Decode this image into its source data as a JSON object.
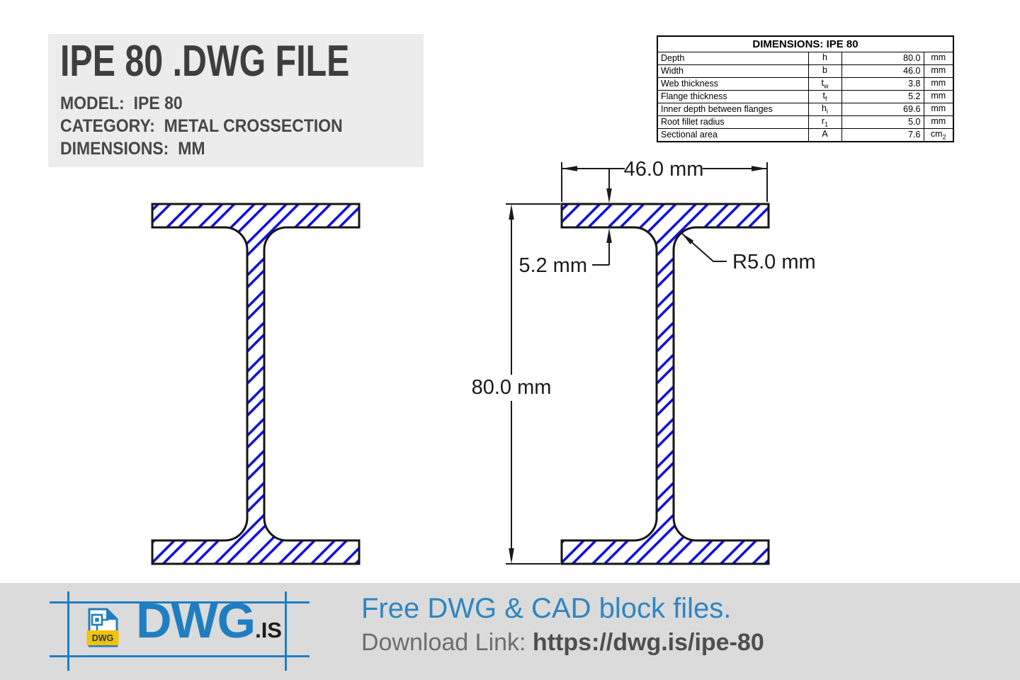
{
  "title_block": {
    "title": "IPE 80 .DWG FILE",
    "fields": [
      {
        "label": "MODEL:",
        "value": "IPE 80"
      },
      {
        "label": "CATEGORY:",
        "value": "METAL CROSSECTION"
      },
      {
        "label": "DIMENSIONS:",
        "value": "MM"
      }
    ]
  },
  "dimensions_table": {
    "header": "DIMENSIONS: IPE 80",
    "rows": [
      {
        "name": "Depth",
        "sym": "h",
        "sub": "",
        "value": "80.0",
        "unit": "mm",
        "unit_sub": ""
      },
      {
        "name": "Width",
        "sym": "b",
        "sub": "",
        "value": "46.0",
        "unit": "mm",
        "unit_sub": ""
      },
      {
        "name": "Web thickness",
        "sym": "t",
        "sub": "w",
        "value": "3.8",
        "unit": "mm",
        "unit_sub": ""
      },
      {
        "name": "Flange thickness",
        "sym": "t",
        "sub": "f",
        "value": "5.2",
        "unit": "mm",
        "unit_sub": ""
      },
      {
        "name": "Inner depth between flanges",
        "sym": "h",
        "sub": "i",
        "value": "69.6",
        "unit": "mm",
        "unit_sub": ""
      },
      {
        "name": "Root fillet radius",
        "sym": "r",
        "sub": "1",
        "value": "5.0",
        "unit": "mm",
        "unit_sub": ""
      },
      {
        "name": "Sectional area",
        "sym": "A",
        "sub": "",
        "value": "7.6",
        "unit": "cm",
        "unit_sub": "2"
      }
    ]
  },
  "drawing": {
    "width_label": "46.0 mm",
    "height_label": "80.0 mm",
    "flange_label": "5.2 mm",
    "radius_label": "R5.0 mm",
    "hatch_color": "#0d0ddd",
    "outline_color": "#151515"
  },
  "footer": {
    "logo_text": "DWG",
    "logo_suffix": ".IS",
    "logo_badge": "DWG",
    "tagline": "Free DWG & CAD block files.",
    "download_label": "Download Link: ",
    "download_url": "https://dwg.is/ipe-80",
    "brand_blue": "#1f7ec2",
    "badge_yellow": "#f3c204"
  }
}
